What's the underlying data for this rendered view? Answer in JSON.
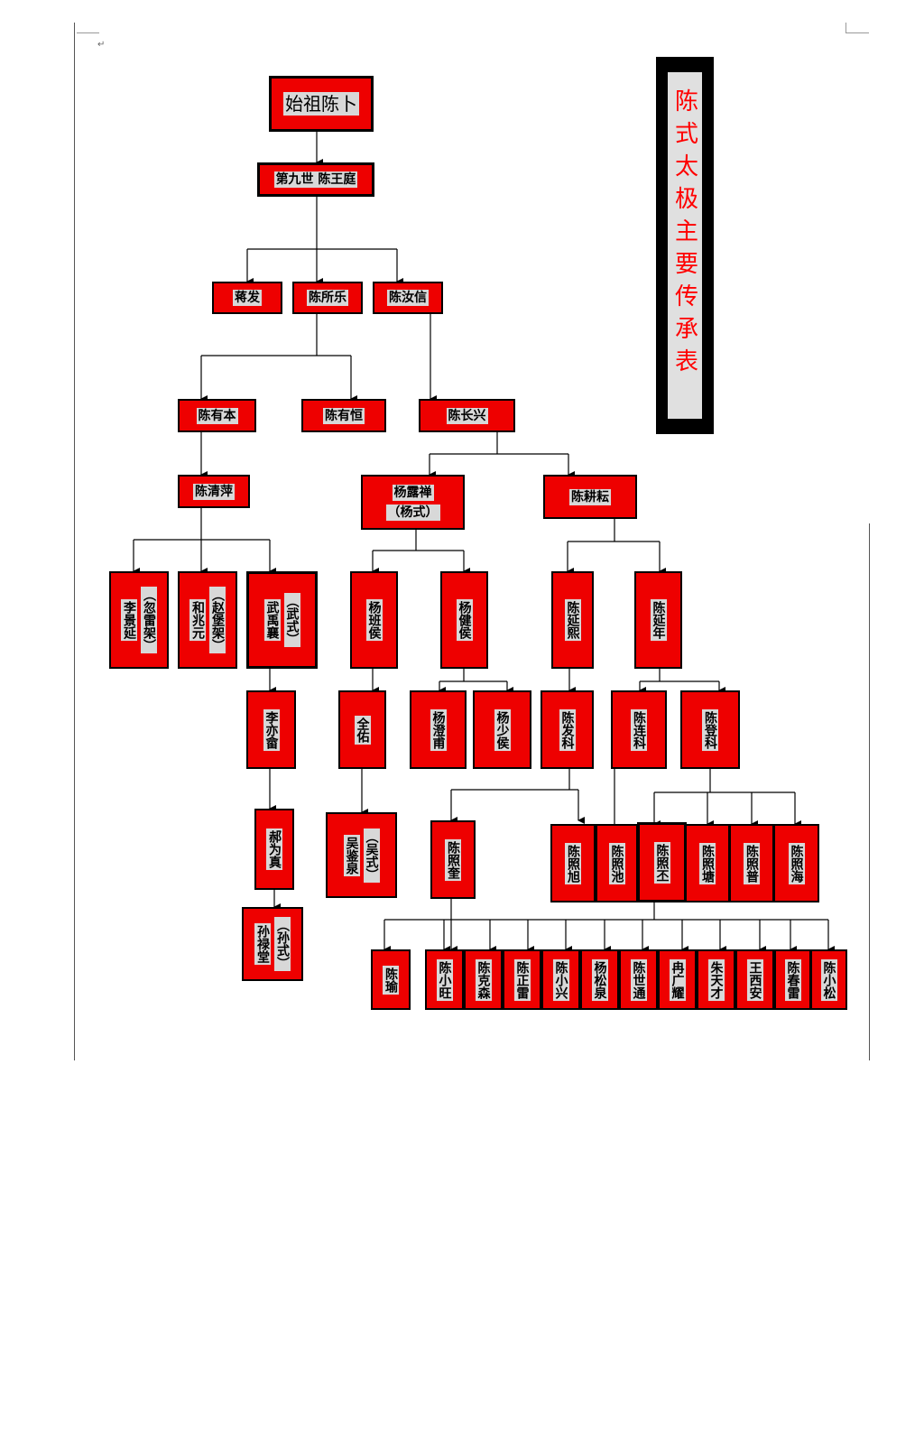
{
  "title": "陈式太极主要传承表",
  "return_mark": "↵",
  "nodes": {
    "n1": "始祖陈卜",
    "n2": "第九世  陈王庭",
    "n3": "蒋发",
    "n4": "陈所乐",
    "n5": "陈汝信",
    "n6": "陈有本",
    "n7": "陈有恒",
    "n8": "陈长兴",
    "n9": "陈清萍",
    "n10a": "杨露禅",
    "n10b": "（杨式）",
    "n11": "陈耕耘",
    "n12a": "李景延",
    "n12b": "（忽雷架）",
    "n13a": "和兆元",
    "n13b": "（赵堡架）",
    "n14a": "武禹襄",
    "n14b": "（武式）",
    "n15": "杨班侯",
    "n16": "杨健侯",
    "n17": "陈延熙",
    "n18": "陈延年",
    "n19": "李亦畲",
    "n20": "全佑",
    "n21": "杨澄甫",
    "n22": "杨少侯",
    "n23": "陈发科",
    "n24": "陈连科",
    "n25": "陈登科",
    "n26": "郝为真",
    "n27a": "吴鉴泉",
    "n27b": "（吴式）",
    "n28": "陈照奎",
    "n29": "陈照旭",
    "n30": "陈照池",
    "n31": "陈照丕",
    "n32": "陈照塘",
    "n33": "陈照普",
    "n34": "陈照海",
    "n35a": "孙禄堂",
    "n35b": "（孙式）",
    "n36": "陈瑜",
    "n37": "陈小旺",
    "n38": "陈克森",
    "n39": "陈正雷",
    "n40": "陈小兴",
    "n41": "杨松泉",
    "n42": "陈世通",
    "n43": "冉广耀",
    "n44": "朱天才",
    "n45": "王西安",
    "n46": "陈春雷",
    "n47": "陈小松"
  }
}
